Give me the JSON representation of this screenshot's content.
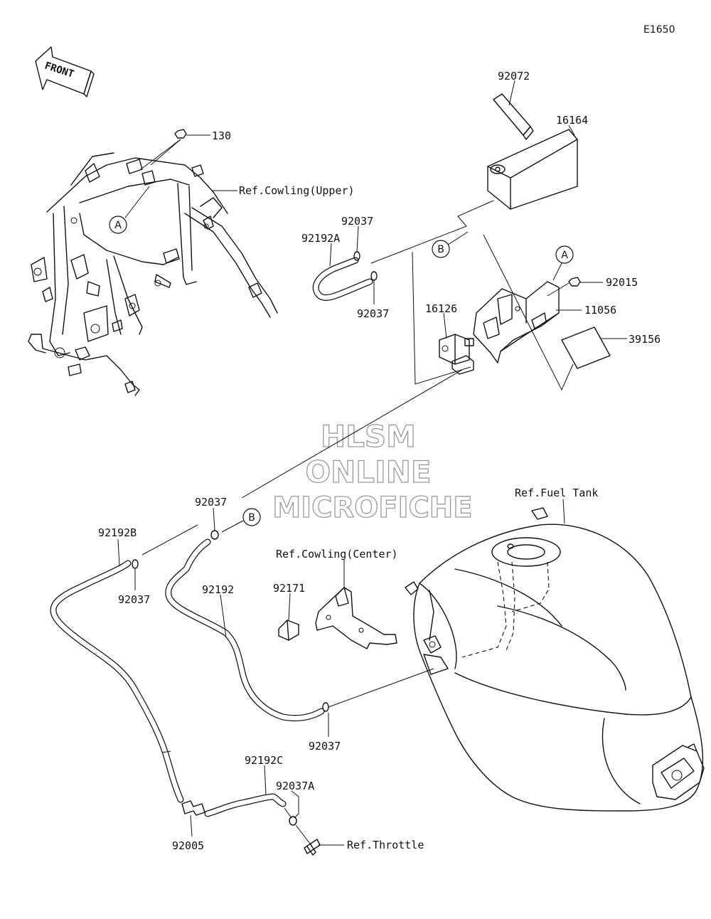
{
  "diagram": {
    "code": "E1650",
    "front_label": "FRONT",
    "watermark": [
      "HLSM",
      "ONLINE",
      "MICROFICHE"
    ],
    "callout_A": "A",
    "callout_B": "B",
    "parts": {
      "p130": "130",
      "p92072": "92072",
      "p16164": "16164",
      "p92037_top": "92037",
      "p92192A": "92192A",
      "p92037_mid": "92037",
      "p16126": "16126",
      "p92015": "92015",
      "p11056": "11056",
      "p39156": "39156",
      "p92037_b": "92037",
      "p92192B": "92192B",
      "p92037_left": "92037",
      "p92192": "92192",
      "p92171": "92171",
      "p92037_low": "92037",
      "p92192C": "92192C",
      "p92037A": "92037A",
      "p92005": "92005"
    },
    "refs": {
      "cowling_upper": "Ref.Cowling(Upper)",
      "cowling_center": "Ref.Cowling(Center)",
      "fuel_tank": "Ref.Fuel Tank",
      "throttle": "Ref.Throttle"
    }
  }
}
